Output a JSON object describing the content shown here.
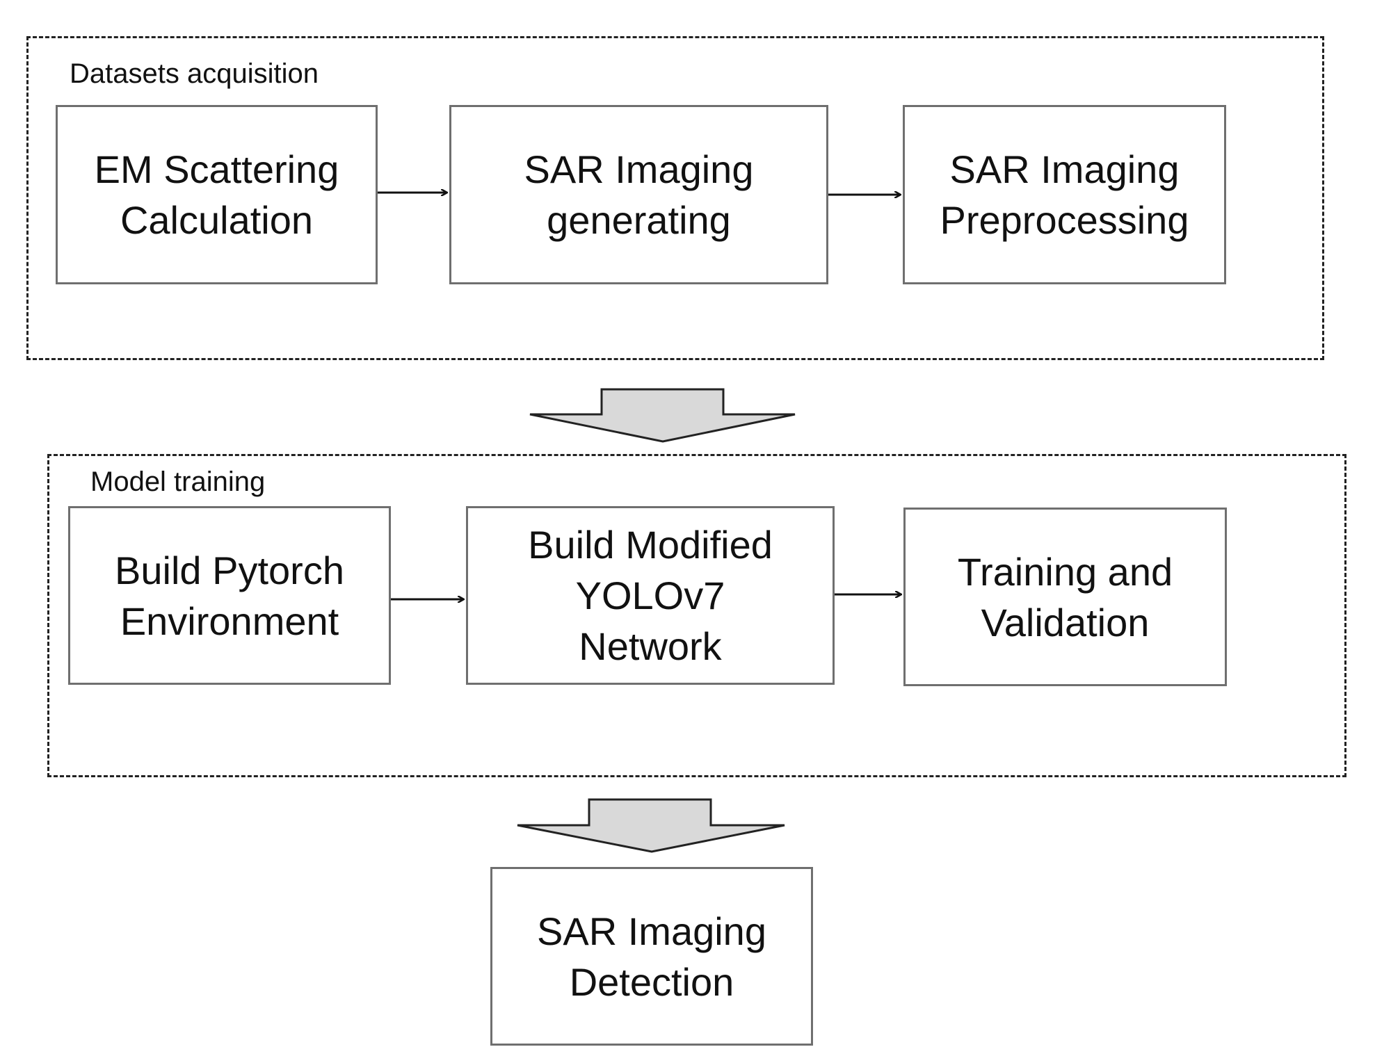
{
  "diagram": {
    "groups": [
      {
        "id": "datasets",
        "label": "Datasets acquisition"
      },
      {
        "id": "training",
        "label": "Model training"
      }
    ],
    "steps": {
      "em_scattering": "EM Scattering\nCalculation",
      "sar_generating": "SAR Imaging\ngenerating",
      "sar_preprocessing": "SAR Imaging\nPreprocessing",
      "pytorch_env": "Build Pytorch\nEnvironment",
      "yolov7": "Build Modified\nYOLOv7\nNetwork",
      "train_val": "Training and\nValidation",
      "sar_detection": "SAR Imaging\nDetection"
    },
    "colors": {
      "box_border": "#6f6f6f",
      "dashed_border": "#222222",
      "block_arrow_fill": "#d9d9d9",
      "arrow_stroke": "#111111"
    }
  }
}
